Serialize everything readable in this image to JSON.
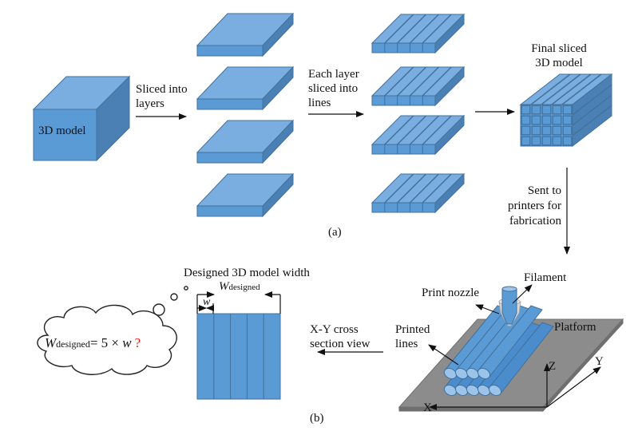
{
  "colors": {
    "block_front": "#5b9bd5",
    "block_top": "#7aaee0",
    "block_side": "#4a80b4",
    "block_stroke": "#41719c",
    "platform": "#8c8c8c",
    "platform_edge": "#6f6f6f",
    "filament": "#5b9bd5",
    "nozzle": "#d9d9d9",
    "question_mark": "#e8201c",
    "text": "#111111"
  },
  "panel_a": {
    "caption": "(a)",
    "model_label": "3D model",
    "step1_label": [
      "Sliced into",
      "layers"
    ],
    "step2_label": [
      "Each layer",
      "sliced into",
      "lines"
    ],
    "final_label": [
      "Final sliced",
      "3D model"
    ],
    "layer_count": 4,
    "lines_per_layer": 5,
    "final_grid": {
      "rows": 4,
      "cols": 5
    }
  },
  "transition": {
    "label": [
      "Sent to",
      "printers for",
      "fabrication"
    ]
  },
  "panel_b": {
    "caption": "(b)",
    "printer": {
      "filament_label": "Filament",
      "nozzle_label": "Print nozzle",
      "printed_lines_label": [
        "Printed",
        "lines"
      ],
      "platform_label": "Platform",
      "axes": {
        "x": "X",
        "y": "Y",
        "z": "Z"
      }
    },
    "cross_section": {
      "view_label": [
        "X-Y cross",
        "section view"
      ],
      "title": "Designed 3D model width",
      "width_symbol": "W",
      "width_subscript": "designed",
      "line_width_symbol": "w",
      "line_count": 5
    },
    "thought": {
      "symbol": "W",
      "subscript": "designed",
      "equation_rest": "= 5 × ",
      "variable": "w",
      "question": "?"
    }
  }
}
